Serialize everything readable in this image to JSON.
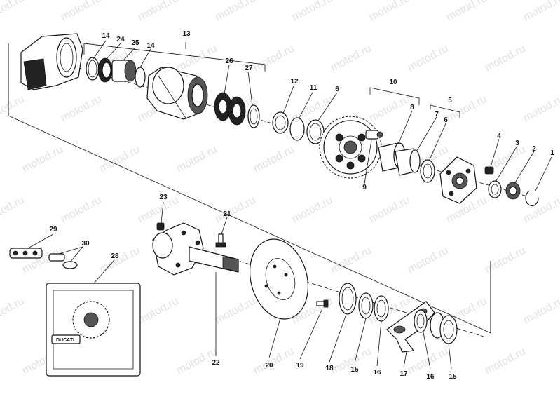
{
  "watermark": {
    "text": "motod.ru"
  },
  "callouts": {
    "p1": "1",
    "p2": "2",
    "p3": "3",
    "p4": "4",
    "p5": "5",
    "p6a": "6",
    "p6b": "6",
    "p7": "7",
    "p8": "8",
    "p9": "9",
    "p10": "10",
    "p11": "11",
    "p12": "12",
    "p13": "13",
    "p14a": "14",
    "p14b": "14",
    "p15a": "15",
    "p15b": "15",
    "p16a": "16",
    "p16b": "16",
    "p17": "17",
    "p18": "18",
    "p19": "19",
    "p20": "20",
    "p21": "21",
    "p22": "22",
    "p23": "23",
    "p24": "24",
    "p25": "25",
    "p26": "26",
    "p27": "27",
    "p28": "28",
    "p29": "29",
    "p30": "30"
  },
  "cover_logo_text": "DUCATI",
  "colors": {
    "ink": "#111111",
    "watermark": "#c9c9c9",
    "background": "#ffffff"
  }
}
